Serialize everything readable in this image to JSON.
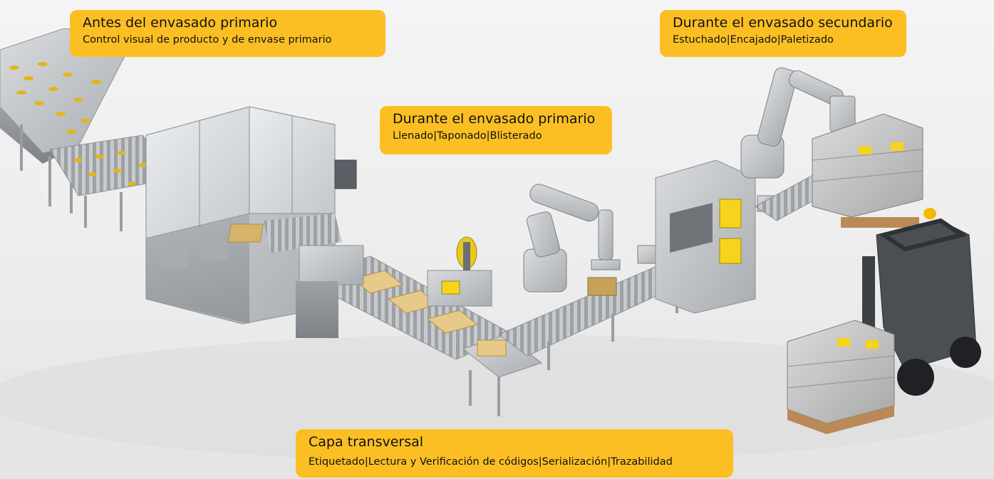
{
  "callouts": {
    "before_primary": {
      "title": "Antes del envasado primario",
      "subtitle": "Control visual de producto y de envase primario"
    },
    "during_secondary": {
      "title": "Durante el envasado secundario",
      "subtitle": "Estuchado|Encajado|Paletizado"
    },
    "during_primary": {
      "title": "Durante el envasado primario",
      "subtitle": "Llenado|Taponado|Blisterado"
    },
    "transversal": {
      "title": "Capa transversal",
      "subtitle": "Etiquetado|Lectura y Verificación de códigos|Serialización|Trazabilidad"
    }
  },
  "colors": {
    "callout_background": "#fbbf24",
    "machine_steel": "#b9bcbf",
    "label_yellow": "#f6d31c"
  }
}
